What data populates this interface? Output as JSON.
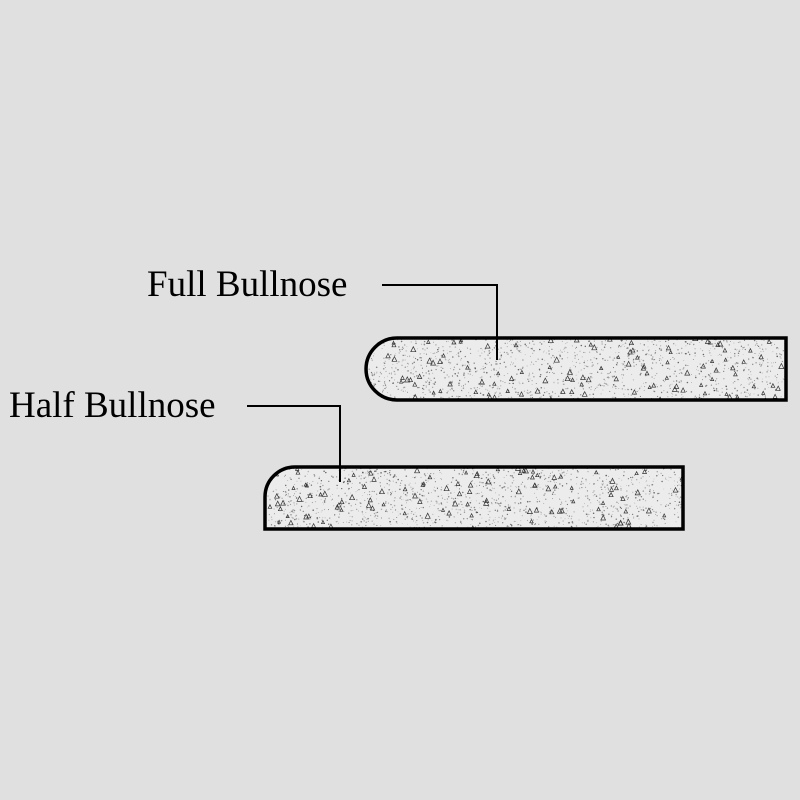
{
  "diagram": {
    "background_color": "#e0e0e0",
    "outline_color": "#000000",
    "fill_color": "#ececec",
    "speckle_color": "#333333",
    "labels": {
      "full_bullnose": "Full Bullnose",
      "half_bullnose": "Half Bullnose"
    },
    "profiles": [
      {
        "name": "full-bullnose",
        "edge": "fully rounded"
      },
      {
        "name": "half-bullnose",
        "edge": "top corner rounded"
      }
    ]
  }
}
